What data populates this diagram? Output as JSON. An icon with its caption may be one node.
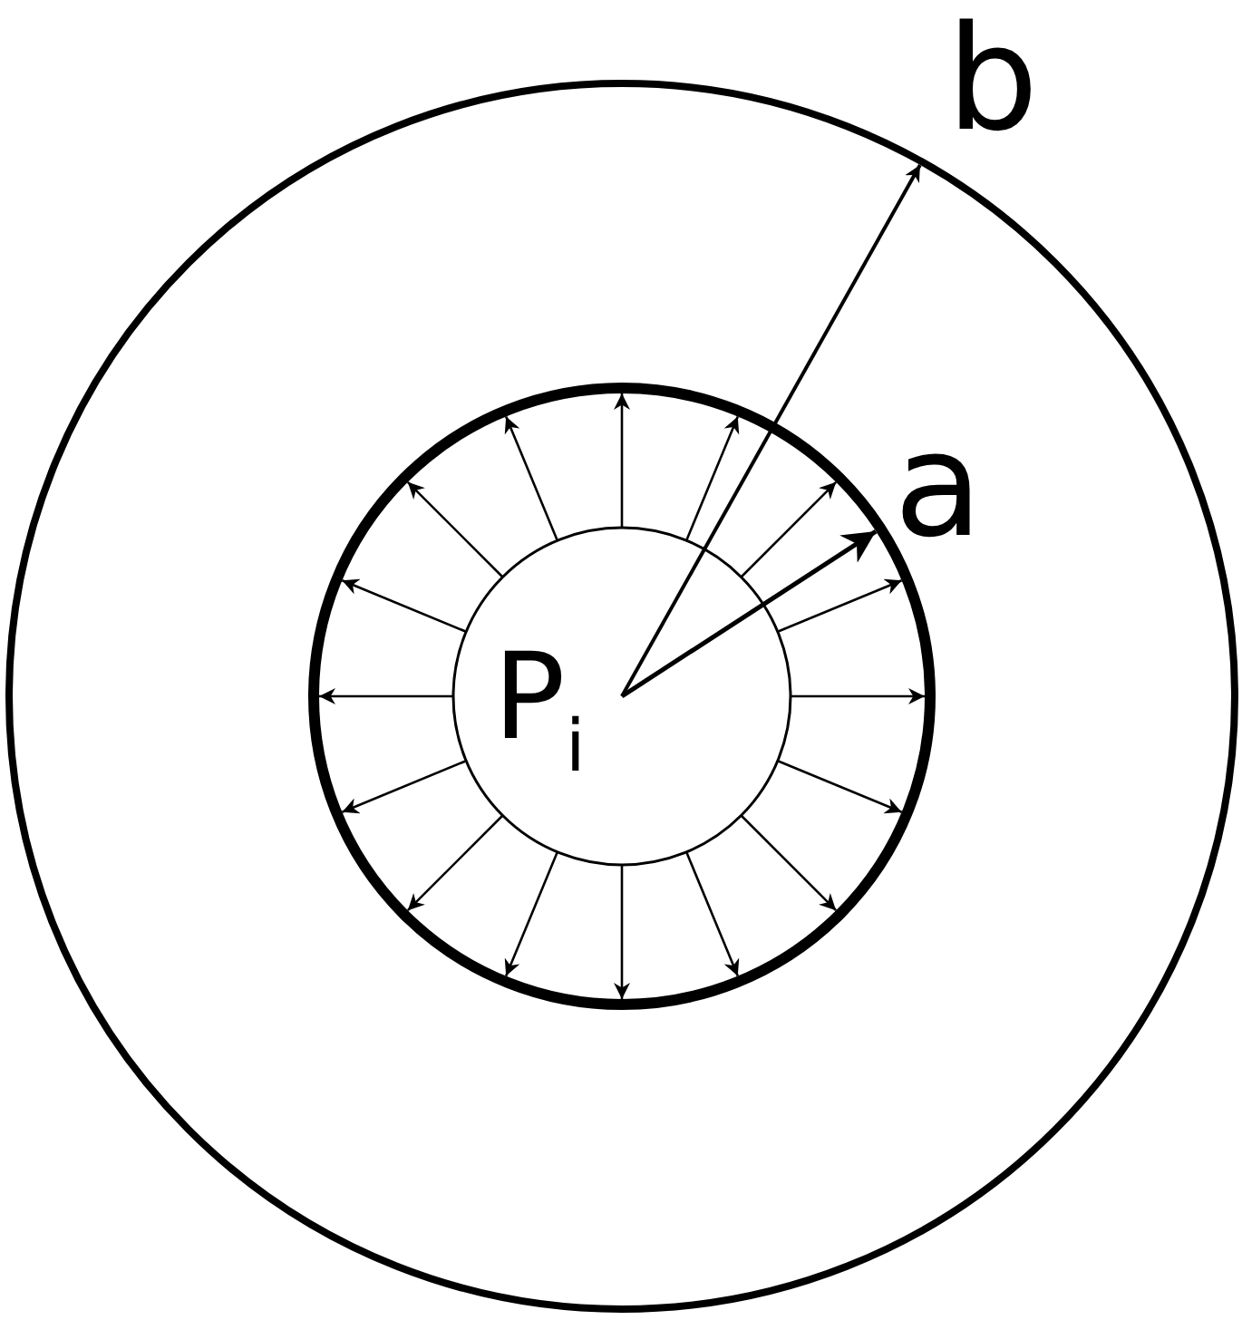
{
  "diagram": {
    "labels": [
      "b",
      "a",
      "P$_{i}$"
    ]
  }
}
